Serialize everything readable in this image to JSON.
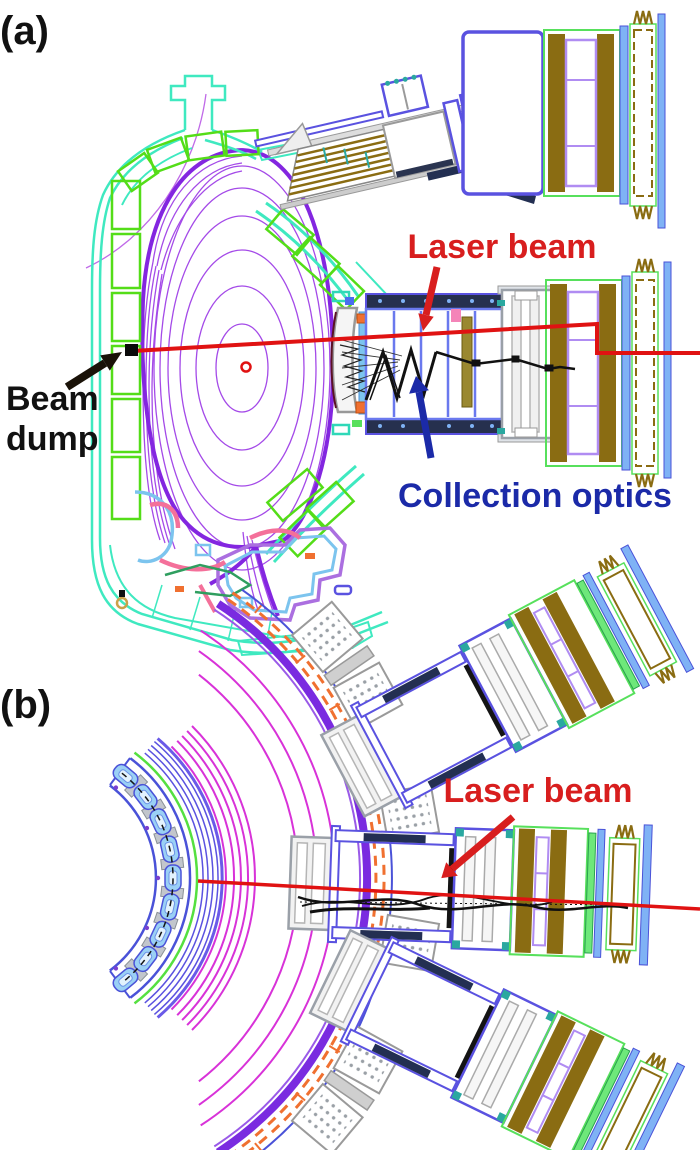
{
  "figure_labels": {
    "panel_a": "(a)",
    "panel_b": "(b)"
  },
  "annotations": {
    "laser_beam_a": "Laser beam",
    "beam_dump_line1": "Beam",
    "beam_dump_line2": "dump",
    "collection_optics": "Collection optics",
    "laser_beam_b": "Laser beam"
  },
  "palette": {
    "laser_red": "#e01212",
    "label_red": "#d81e1e",
    "label_blue": "#1b2aa8",
    "label_black": "#111111",
    "vessel_cyan": "#3fe9c0",
    "tile_green": "#54dd18",
    "flux_violet": "#a44ae8",
    "boundary_purple": "#8326e0",
    "flux_magenta": "#d832d8",
    "port_blue": "#5a52e0",
    "bellows_brown": "#8a6c12",
    "flange_lightblue": "#7fb2f5",
    "ladder_violet": "#b08cf2",
    "bar_green": "#57e05c",
    "structure_gray": "#9a9a9a",
    "navy_bar": "#232f52",
    "divertor_pink": "#f4709a",
    "divertor_lightblue": "#7cc4ee",
    "divertor_violet": "#ab6fe0",
    "divertor_green": "#2f9e5f",
    "wall_orange": "#f07030",
    "inner_tiles_lightblue": "#9ad0f5"
  }
}
